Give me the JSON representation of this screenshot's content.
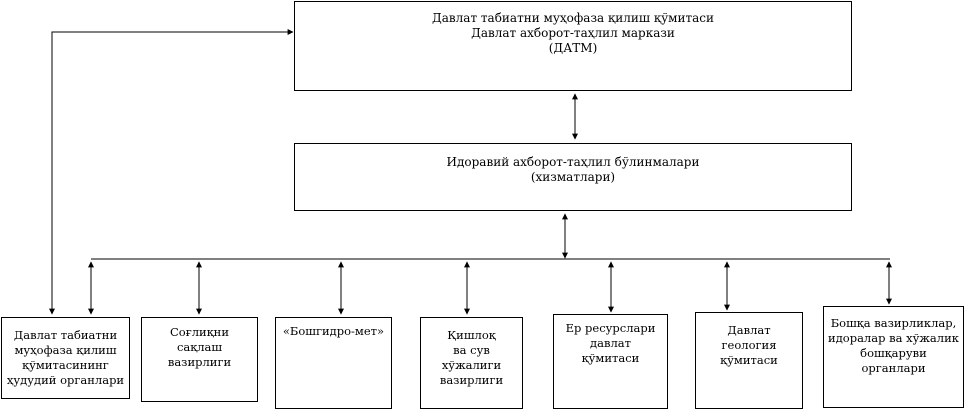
{
  "top_box": {
    "lines": [
      "Давлат табиатни муҳофаза қилиш қўмитаси",
      "Давлат ахборот-таҳлил маркази",
      "(ДАТМ)"
    ]
  },
  "middle_box": {
    "lines": [
      "Идоравий ахборот-таҳлил бўлинмалари",
      "(хизматлари)"
    ]
  },
  "bottom_boxes": [
    {
      "lines": [
        "Давлат табиатни",
        "муҳофаза қилиш",
        "қўмитасининг",
        "ҳудудий органлари"
      ]
    },
    {
      "lines": [
        "Соғлиқни",
        "сақлаш",
        "вазирлиги"
      ]
    },
    {
      "lines": [
        "«Бошгидро-мет»"
      ]
    },
    {
      "lines": [
        "Қишлоқ",
        "ва сув",
        "хўжалиги",
        "вазирлиги"
      ]
    },
    {
      "lines": [
        "Ер ресурслари",
        "давлат",
        "қўмитаси"
      ]
    },
    {
      "lines": [
        "Давлат",
        "геология",
        "қўмитаси"
      ]
    },
    {
      "lines": [
        "Бошқа вазирликлар,",
        "идоралар ва хўжалик",
        "бошқаруви",
        "органлари"
      ]
    }
  ]
}
